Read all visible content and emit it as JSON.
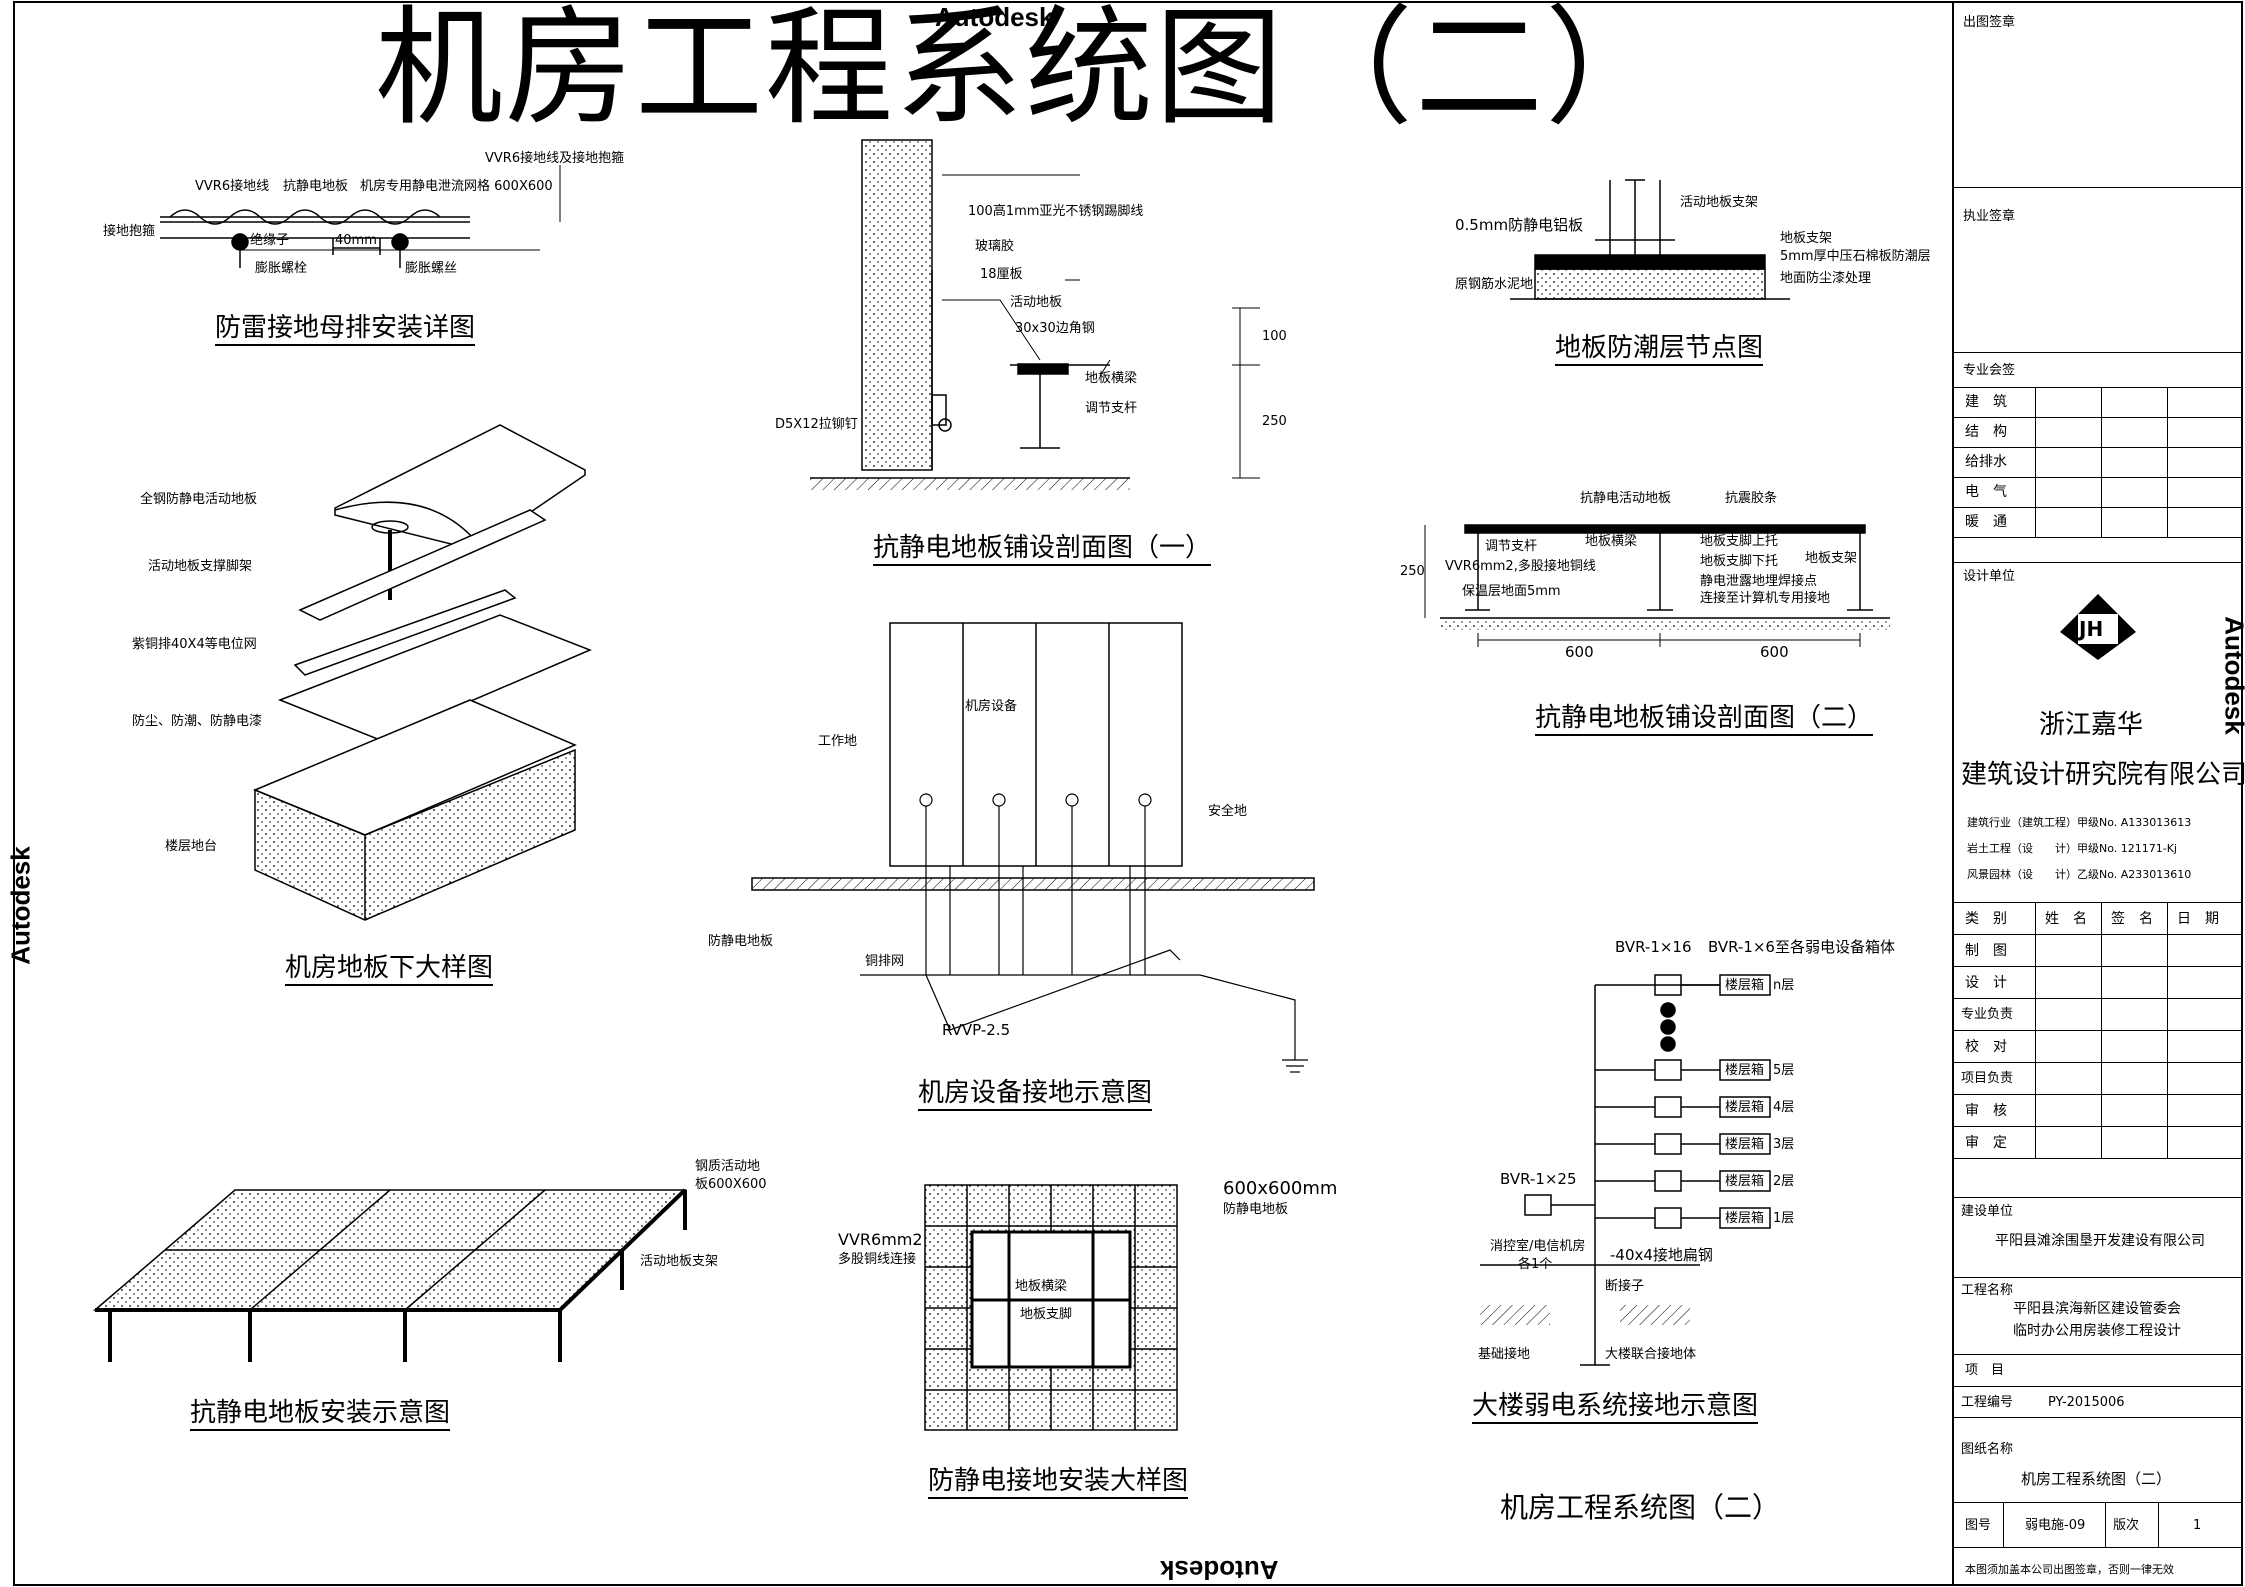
{
  "drawing": {
    "main_title": "机房工程系统图（二）",
    "watermark_text": "Autodesk",
    "bottom_title": "机房工程系统图（二）"
  },
  "details": {
    "lightning": {
      "caption": "防雷接地母排安装详图",
      "labels": [
        "VVR6接地线及接地抱箍",
        "VVR6接地线",
        "抗静电地板",
        "机房专用静电泄流网格 600X600",
        "接地抱箍",
        "绝缘子",
        "40mm",
        "膨胀螺栓",
        "膨胀螺丝"
      ]
    },
    "section1": {
      "caption": "抗静电地板铺设剖面图（一）",
      "labels": [
        "100高1mm亚光不锈钢踢脚线",
        "玻璃胶",
        "18厘板",
        "活动地板",
        "30x30边角钢",
        "地板横梁",
        "调节支杆",
        "D5X12拉铆钉",
        "100",
        "250"
      ]
    },
    "moisture": {
      "caption": "地板防潮层节点图",
      "labels": [
        "活动地板支架",
        "0.5mm防静电铝板",
        "地板支架",
        "5mm厚中压石棉板防潮层",
        "原钢筋水泥地",
        "地面防尘漆处理"
      ]
    },
    "exploded": {
      "caption": "机房地板下大样图",
      "labels": [
        "全钢防静电活动地板",
        "活动地板支撑脚架",
        "紫铜排40X4等电位网",
        "防尘、防潮、防静电漆",
        "楼层地台"
      ]
    },
    "equipment": {
      "caption": "机房设备接地示意图",
      "labels": [
        "机房设备",
        "工作地",
        "安全地",
        "防静电地板",
        "铜排网",
        "RVVP-2.5"
      ]
    },
    "section2": {
      "caption": "抗静电地板铺设剖面图（二）",
      "labels": [
        "抗静电活动地板",
        "抗震胶条",
        "调节支杆",
        "地板横梁",
        "地板支脚上托",
        "地板支架",
        "VVR6mm2,多股接地铜线",
        "地板支脚下托",
        "保温层地面5mm",
        "静电泄露地埋焊接点",
        "连接至计算机专用接地",
        "600",
        "600",
        "250"
      ]
    },
    "install": {
      "caption": "抗静电地板安装示意图",
      "labels": [
        "钢质活动地",
        "板600X600",
        "活动地板支架"
      ]
    },
    "esd": {
      "caption": "防静电接地安装大样图",
      "labels": [
        "600x600mm",
        "防静电地板",
        "VVR6mm2",
        "多股铜线连接",
        "地板横梁",
        "地板支脚"
      ]
    },
    "building": {
      "caption": "大楼弱电系统接地示意图",
      "labels": [
        "BVR-1×16",
        "BVR-1×6至各弱电设备箱体",
        "楼层箱",
        "n层",
        "5层",
        "4层",
        "3层",
        "2层",
        "1层",
        "BVR-1×25",
        "消控室/电信机房",
        "各1个",
        "-40x4接地扁钢",
        "断接子",
        "基础接地",
        "大楼联合接地体"
      ]
    }
  },
  "title_block": {
    "chutu": "出图签章",
    "zhiye": "执业签章",
    "zhuanye": "专业会签",
    "disciplines": [
      "建　筑",
      "结　构",
      "给排水",
      "电　气",
      "暖　通"
    ],
    "design_unit_label": "设计单位",
    "logo_text": "JH",
    "company_line1": "浙江嘉华",
    "company_line2": "建筑设计研究院有限公司",
    "qualifications": [
      "建筑行业（建筑工程）甲级No. A133013613",
      "岩土工程（设　　计）甲级No. 121171-Kj",
      "风景园林（设　　计）乙级No. A233013610"
    ],
    "sign_headers": [
      "类　别",
      "姓　名",
      "签　名",
      "日　期"
    ],
    "sign_rows": [
      "制　图",
      "设　计",
      "专业负责",
      "校　对",
      "项目负责",
      "审　核",
      "审　定"
    ],
    "client_label": "建设单位",
    "client": "平阳县滩涂围垦开发建设有限公司",
    "project_label": "工程名称",
    "project_line1": "平阳县滨海新区建设管委会",
    "project_line2": "临时办公用房装修工程设计",
    "item_label": "项　目",
    "number_label": "工程编号",
    "number": "PY-2015006",
    "drawing_name_label": "图纸名称",
    "drawing_name": "机房工程系统图（二）",
    "sheet_label": "图号",
    "sheet": "弱电施-09",
    "version_label": "版次",
    "version": "1",
    "footer": "本图须加盖本公司出图签章，否则一律无效"
  }
}
